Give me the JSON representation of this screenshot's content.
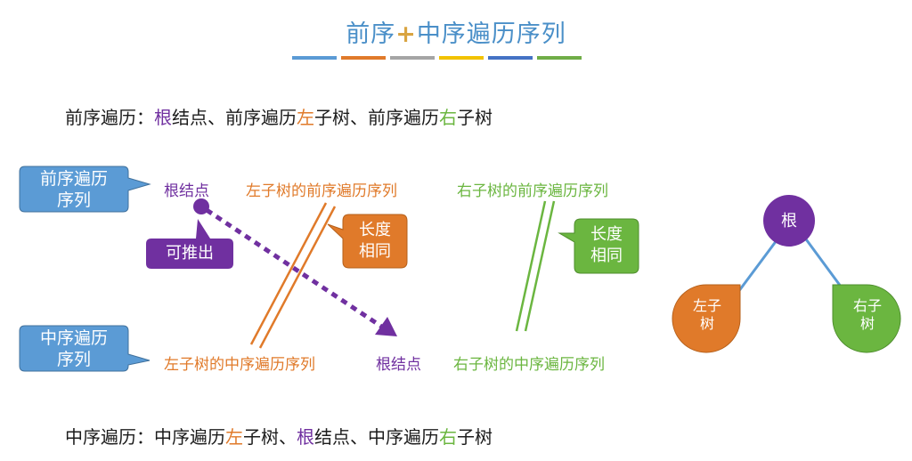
{
  "title": {
    "left": "前序",
    "plus": "+",
    "right": "中序遍历序列"
  },
  "colors": {
    "title_bars": [
      "#5b9bd5",
      "#e07a2a",
      "#a5a5a5",
      "#f2c200",
      "#4472c4",
      "#70ad47"
    ],
    "purple": "#7030a0",
    "orange": "#e07a2a",
    "green": "#6bb640",
    "blue_callout": "#5b9bd5"
  },
  "preorder_rule": {
    "prefix": "前序遍历：",
    "root": "根",
    "part2": "结点、前序遍历",
    "left": "左",
    "part3": "子树、前序遍历",
    "right": "右",
    "part4": "子树"
  },
  "inorder_rule": {
    "prefix": "中序遍历：中序遍历",
    "left": "左",
    "part2": "子树、",
    "root": "根",
    "part3": "结点、中序遍历",
    "right": "右",
    "part4": "子树"
  },
  "preorder_callout": {
    "line1": "前序遍历",
    "line2": "序列"
  },
  "inorder_callout": {
    "line1": "中序遍历",
    "line2": "序列"
  },
  "preorder_seq": {
    "root": "根结点",
    "left": "左子树的前序遍历序列",
    "right": "右子树的前序遍历序列"
  },
  "inorder_seq": {
    "left": "左子树的中序遍历序列",
    "root": "根结点",
    "right": "右子树的中序遍历序列"
  },
  "derive_label": "可推出",
  "same_length_orange": {
    "line1": "长度",
    "line2": "相同"
  },
  "same_length_green": {
    "line1": "长度",
    "line2": "相同"
  },
  "tree": {
    "root": "根",
    "left_line1": "左子",
    "left_line2": "树",
    "right_line1": "右子",
    "right_line2": "树"
  }
}
